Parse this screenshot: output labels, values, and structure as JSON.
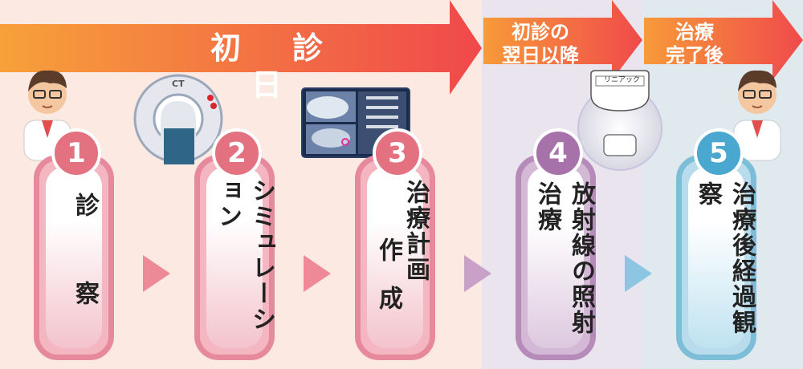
{
  "phases": [
    {
      "label": "初診日"
    },
    {
      "label": "初診の\n翌日以降"
    },
    {
      "label": "治療\n完了後"
    }
  ],
  "steps": [
    {
      "number": "1",
      "label_a": "診",
      "label_b": "察"
    },
    {
      "number": "2",
      "label": "シミュレーション"
    },
    {
      "number": "3",
      "label_a": "治療計画",
      "label_b": "作成"
    },
    {
      "number": "4",
      "label": "放射線の照射治療"
    },
    {
      "number": "5",
      "label": "治療後経過観察"
    }
  ],
  "illustrations": {
    "ct_label": "CT",
    "linac_label": "リニアック"
  },
  "colors": {
    "arrow_start": "#f7a13a",
    "arrow_end": "#f0484b",
    "step_pink": "#e4717f",
    "step_purple": "#a771aa",
    "step_blue": "#4aa7d0"
  }
}
